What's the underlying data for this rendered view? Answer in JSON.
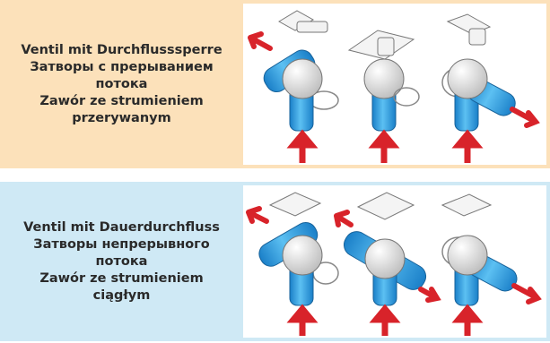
{
  "top_panel": {
    "line1": "Ventil mit Durchflusssperre",
    "line2": "Затворы с прерыванием",
    "line3": "потока",
    "line4": "Zawór ze strumieniem",
    "line5": "przerywanym",
    "background_color": "#fce1ba"
  },
  "bottom_panel": {
    "line1": "Ventil mit Dauerdurchfluss",
    "line2": "Затворы непрерывного",
    "line3": "потока",
    "line4": "Zawór ze strumieniem",
    "line5": "ciągłym",
    "background_color": "#cfe9f5"
  },
  "colors": {
    "flow_blue": "#2e9be0",
    "arrow_red": "#d8232a",
    "ball_gray": "#e4e4e4"
  }
}
